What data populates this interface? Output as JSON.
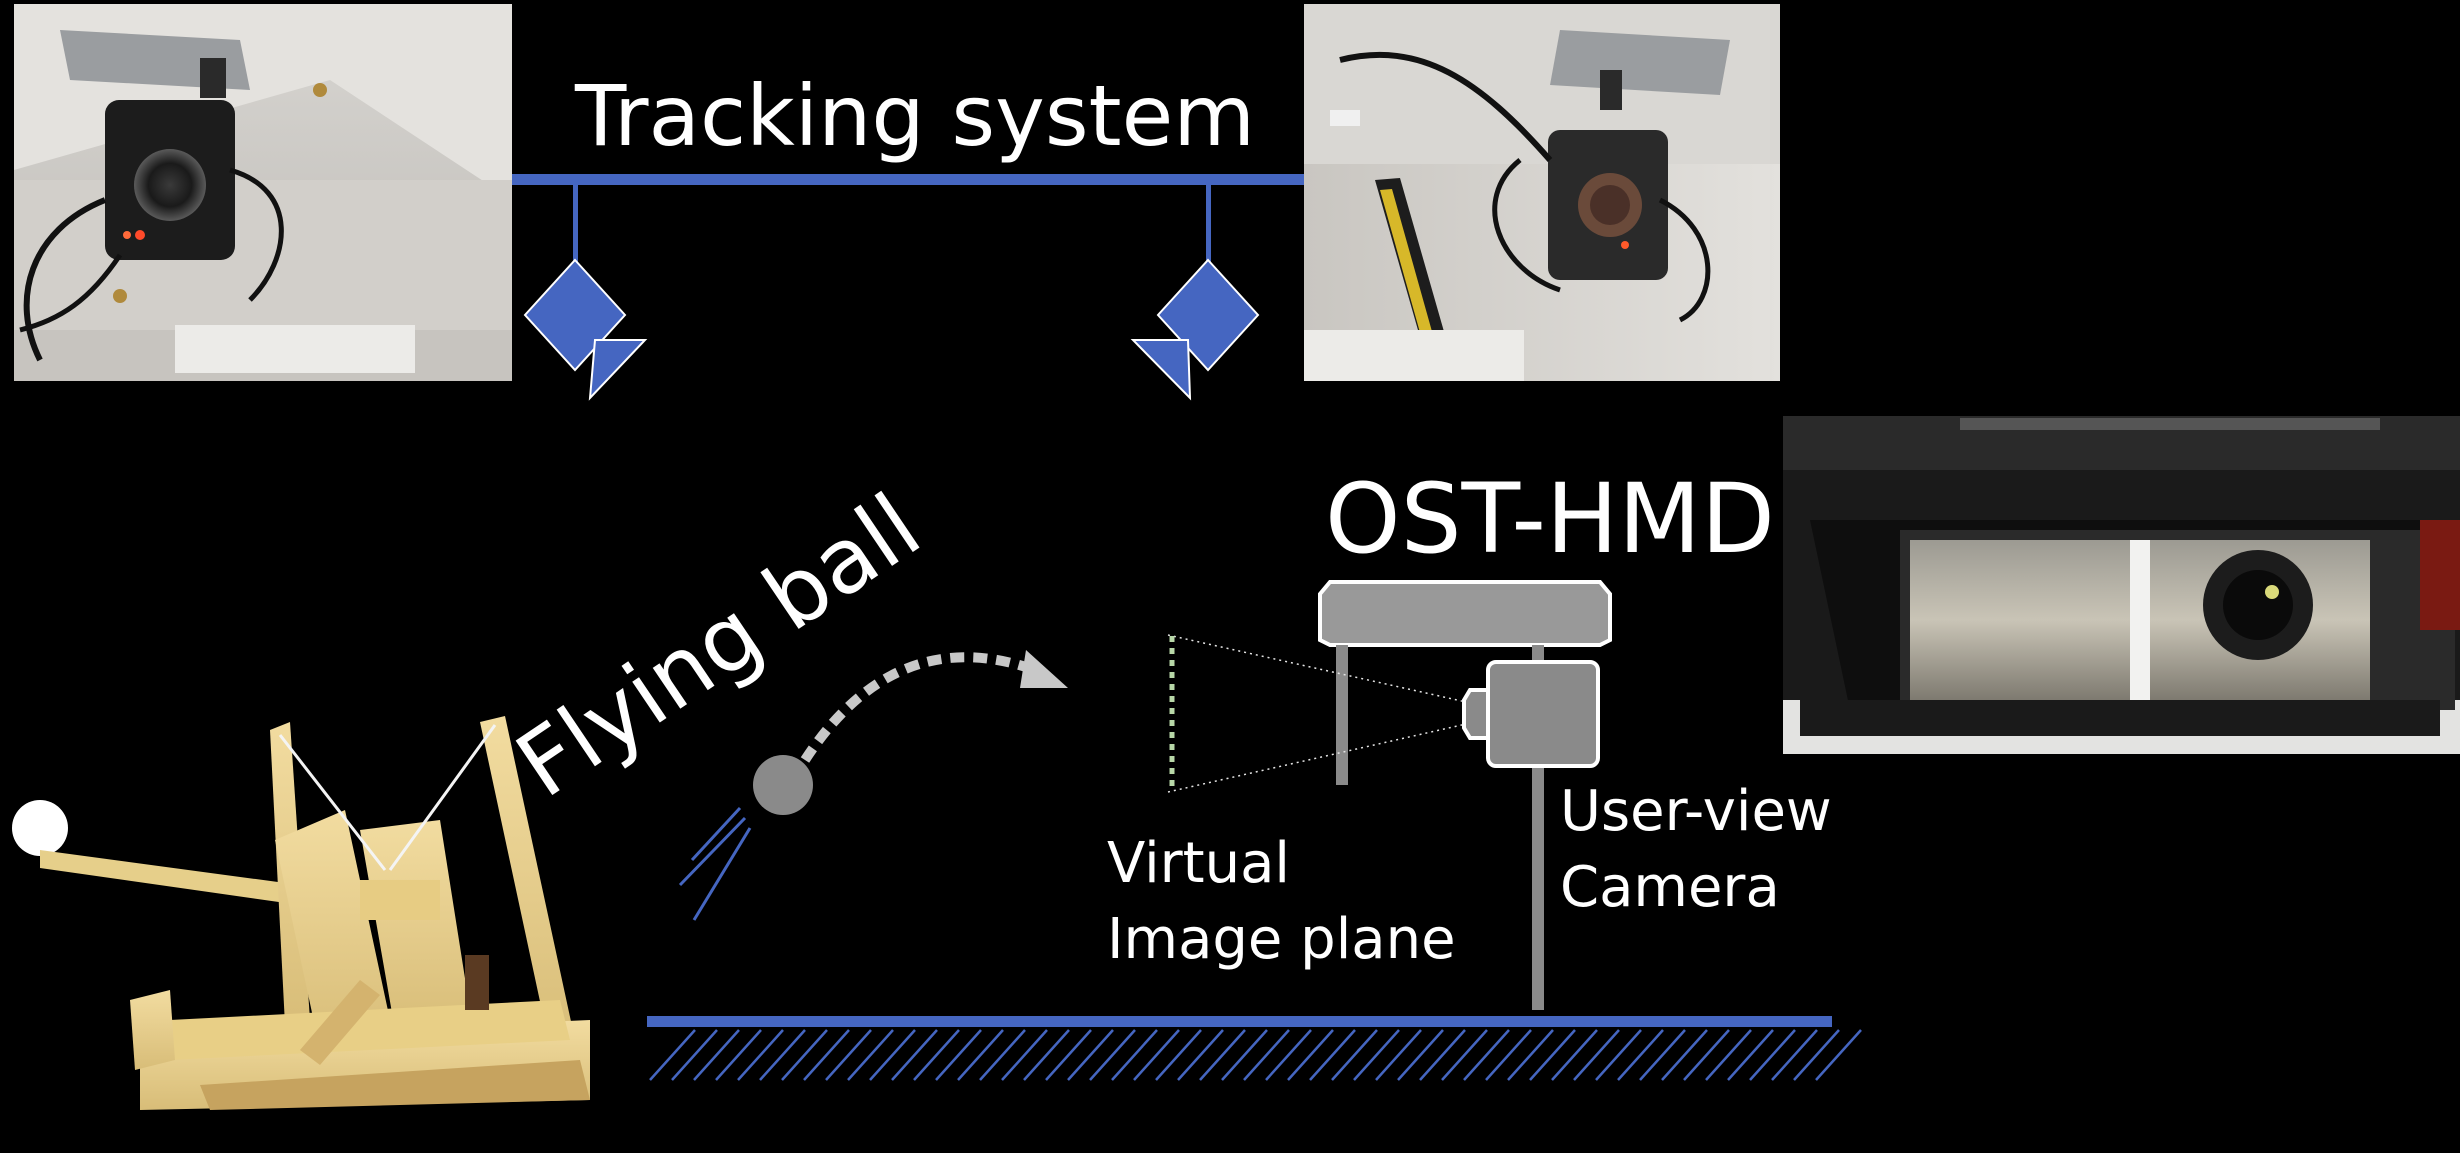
{
  "diagram": {
    "labels": {
      "tracking_system": "Tracking system",
      "ost_hmd": "OST-HMD",
      "flying_ball": "Flying ball",
      "virtual_image_plane_line1": "Virtual",
      "virtual_image_plane_line2": "Image plane",
      "user_view_camera_line1": "User-view",
      "user_view_camera_line2": "Camera"
    },
    "colors": {
      "background": "#000000",
      "accent_blue": "#4566c1",
      "gray": "#8a8a8a",
      "dotted_green": "#b8d8a8",
      "text": "#ffffff"
    },
    "icons": [
      "tracking-camera-icon",
      "ost-hmd-icon",
      "user-view-camera-icon",
      "ball-icon",
      "catapult-icon"
    ]
  }
}
